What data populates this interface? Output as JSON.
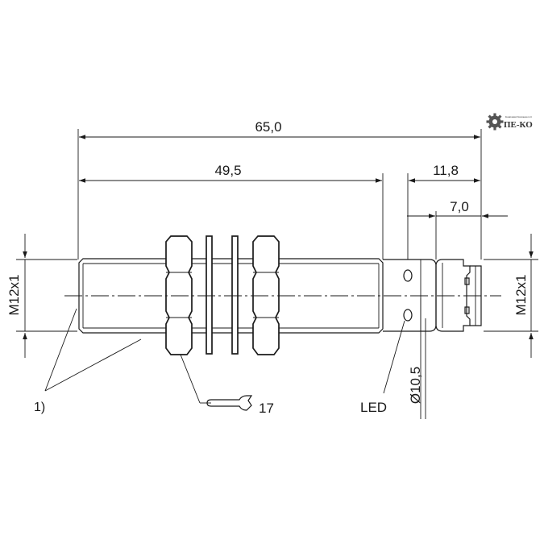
{
  "dimensions": {
    "overall_length": "65,0",
    "thread_length": "49,5",
    "connector_length": "11,8",
    "connector_end": "7,0",
    "led_diameter": "Ø10,5",
    "thread_left": "M12x1",
    "thread_right": "M12x1"
  },
  "labels": {
    "note_marker": "1)",
    "wrench_size": "17",
    "led": "LED"
  },
  "logo": {
    "text": "ПЕ-КО",
    "small_text": "Компания Пензаконсалт"
  },
  "icons": {
    "wrench": "open-end-wrench-icon",
    "logo": "gear-logo-icon"
  },
  "colors": {
    "line": "#1a1a1a",
    "background": "#ffffff"
  }
}
